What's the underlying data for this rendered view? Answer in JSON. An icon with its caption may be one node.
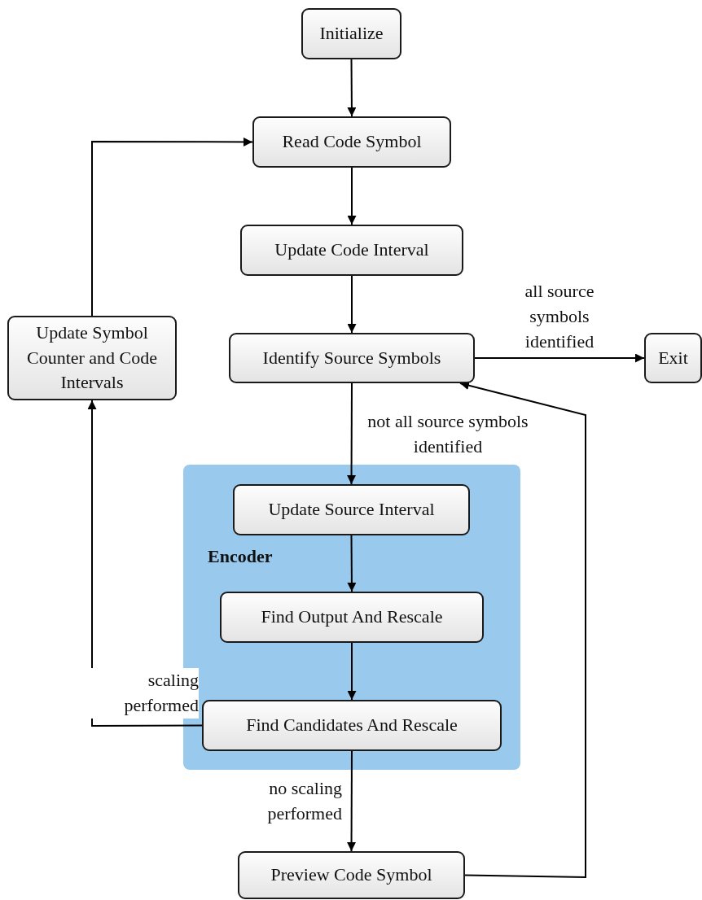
{
  "diagram": {
    "nodes": [
      {
        "text": [
          "Initialize"
        ]
      },
      {
        "text": [
          "Read Code Symbol"
        ]
      },
      {
        "text": [
          "Update Code Interval"
        ]
      },
      {
        "text": [
          "Identify Source Symbols"
        ]
      },
      {
        "text": [
          "Exit"
        ]
      },
      {
        "text": [
          "Update Symbol Counter and Code Intervals"
        ]
      },
      {
        "text": [
          "Encoder"
        ]
      },
      {
        "text": [
          "Update Source Interval"
        ],
        "in": 6
      },
      {
        "text": [
          "Find Output And Rescale"
        ],
        "in": 6
      },
      {
        "text": [
          "Find Candidates And Rescale"
        ],
        "in": 6
      },
      {
        "text": [
          "Preview Code Symbol"
        ]
      }
    ],
    "edges": [
      {
        "from": 0,
        "to": 1,
        "arrow": "to"
      },
      {
        "from": 1,
        "to": 2,
        "arrow": "to"
      },
      {
        "from": 2,
        "to": 3,
        "arrow": "to"
      },
      {
        "from": 3,
        "to": 4,
        "arrow": "to",
        "label": "all source symbols identified"
      },
      {
        "from": 3,
        "to": 7,
        "arrow": "to",
        "label": "not all source symbols identified"
      },
      {
        "from": 7,
        "to": 8,
        "arrow": "to"
      },
      {
        "from": 8,
        "to": 9,
        "arrow": "to"
      },
      {
        "from": 9,
        "to": 5,
        "arrow": "to",
        "label": "scaling performed"
      },
      {
        "from": 5,
        "to": 1,
        "arrow": "to"
      },
      {
        "from": 9,
        "to": 10,
        "arrow": "to",
        "label": "no scaling performed"
      },
      {
        "from": 10,
        "to": 3,
        "arrow": "to"
      }
    ]
  }
}
